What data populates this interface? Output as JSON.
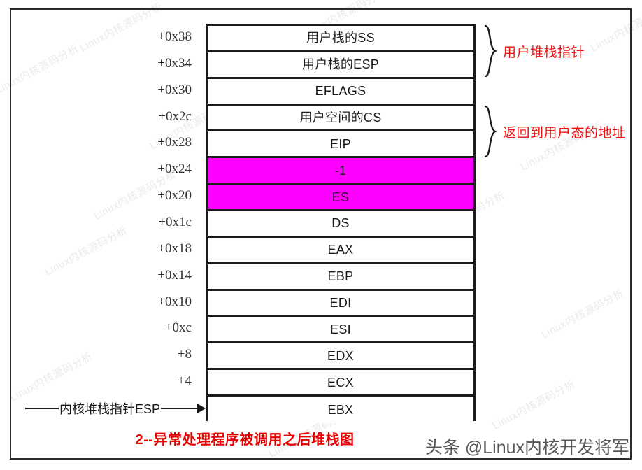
{
  "diagram": {
    "caption": "2--异常处理程序被调用之后堆栈图",
    "rows": [
      {
        "offset": "+0x38",
        "label": "用户栈的SS",
        "highlight": false
      },
      {
        "offset": "+0x34",
        "label": "用户栈的ESP",
        "highlight": false
      },
      {
        "offset": "+0x30",
        "label": "EFLAGS",
        "highlight": false
      },
      {
        "offset": "+0x2c",
        "label": "用户空间的CS",
        "highlight": false
      },
      {
        "offset": "+0x28",
        "label": "EIP",
        "highlight": false
      },
      {
        "offset": "+0x24",
        "label": "-1",
        "highlight": true
      },
      {
        "offset": "+0x20",
        "label": "ES",
        "highlight": true
      },
      {
        "offset": "+0x1c",
        "label": "DS",
        "highlight": false
      },
      {
        "offset": "+0x18",
        "label": "EAX",
        "highlight": false
      },
      {
        "offset": "+0x14",
        "label": "EBP",
        "highlight": false
      },
      {
        "offset": "+0x10",
        "label": "EDI",
        "highlight": false
      },
      {
        "offset": "+0xc",
        "label": "ESI",
        "highlight": false
      },
      {
        "offset": "+8",
        "label": "EDX",
        "highlight": false
      },
      {
        "offset": "+4",
        "label": "ECX",
        "highlight": false
      },
      {
        "offset": "",
        "label": "EBX",
        "highlight": false
      }
    ],
    "annotations": [
      {
        "label": "用户堆栈指针",
        "spans": "+0x38 .. +0x34"
      },
      {
        "label": "返回到用户态的地址",
        "spans": "+0x2c .. +0x28"
      }
    ],
    "pointer": {
      "label": "内核堆栈指针ESP",
      "target_row": "EBX"
    },
    "colors": {
      "highlight": "#ff00ff",
      "caption": "#e60000",
      "annotation": "#ee1111",
      "border": "#1c1c1c"
    }
  },
  "watermarks": {
    "channel": "头条 @Linux内核开发将军",
    "background": [
      "Linux内核源码分析",
      "Linux内核源码分析",
      "Linux内核源码分析",
      "Linux内核源码分析",
      "Linux内核源码分析",
      "Linux内核源码分析",
      "Linux内核源码分析",
      "Linux内核源码分析",
      "Linux内核源码分析"
    ]
  }
}
